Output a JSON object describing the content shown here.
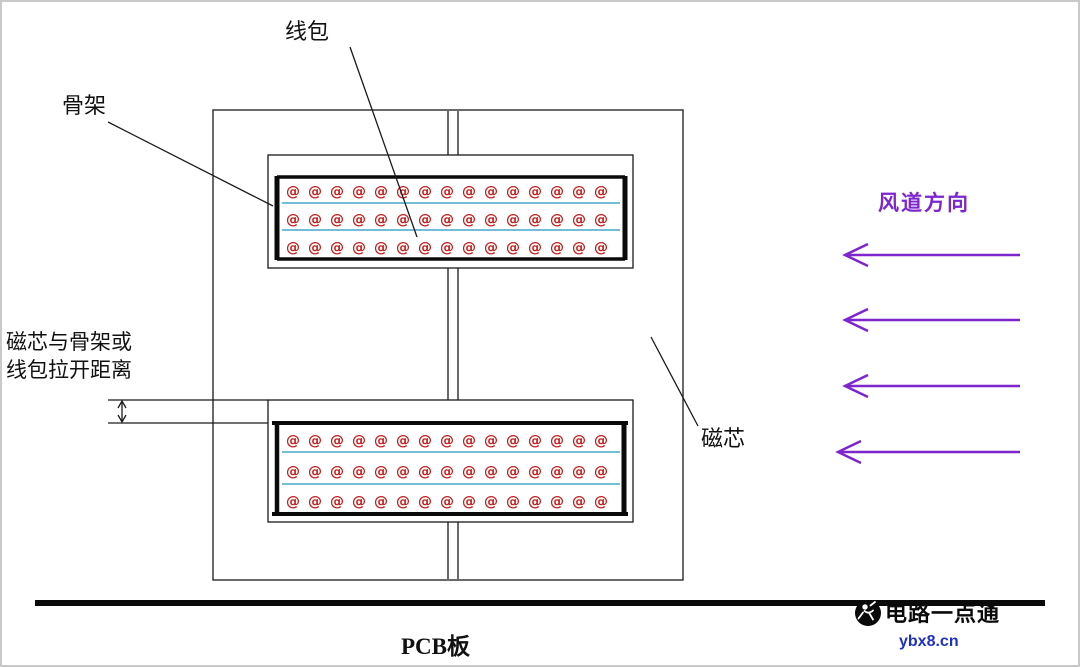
{
  "diagram": {
    "labels": {
      "coil": "线包",
      "bobbin": "骨架",
      "gap_line1": "磁芯与骨架或",
      "gap_line2": "线包拉开距离",
      "core": "磁芯",
      "pcb": "PCB板"
    },
    "airflow": {
      "label": "风道方向"
    },
    "watermark": {
      "brand": "电路一点通",
      "site": "ybx8.cn"
    },
    "colors": {
      "airflow_purple": "#7D26CD",
      "wire_red": "#C42020",
      "winding_layer_cyan": "#44A8C8",
      "site_blue": "#2030C0",
      "line_black": "#111111"
    },
    "winding": {
      "glyph": "@",
      "per_row": 15,
      "rows_per_coil": 3,
      "coil_count": 2
    }
  }
}
